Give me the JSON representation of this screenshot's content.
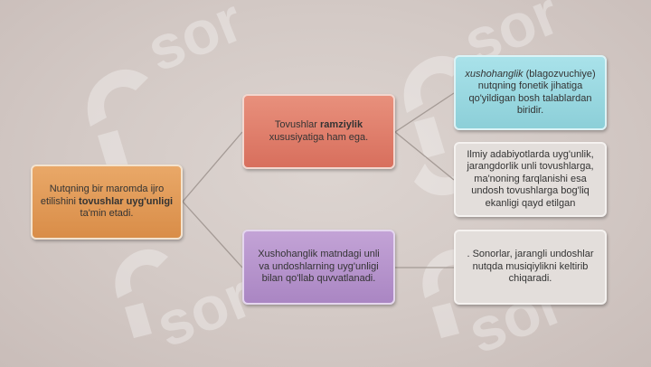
{
  "nodes": {
    "root": {
      "pre": "Nutqning bir maromda ijro etilishini ",
      "bold": "tovushlar uyg'unligi",
      "post": " ta'min etadi."
    },
    "mid1": {
      "pre": "Tovushlar ",
      "bold": "ramziylik",
      "post": " xususiyatiga ham ega."
    },
    "mid2": {
      "text": "Xushohanglik matndagi unli va undoshlarning uyg'unligi bilan  qo'llab quvvatlanadi."
    },
    "leaf1": {
      "italic": "xushohanglik",
      "post": " (blagozvuchiye) nutqning fonetik jihatiga qo'yildigan bosh talablardan biridir."
    },
    "leaf2": {
      "text": "Ilmiy adabiyotlarda uyg'unlik, jarangdorlik unli tovushlarga, ma'noning farqlanishi esa undosh tovushlarga bog'liq ekanligi qayd etilgan"
    },
    "leaf3": {
      "text": ". Sonorlar, jarangli undoshlar nutqda musiqiylikni keltirib chiqaradi."
    }
  },
  "colors": {
    "root": "#e09b58",
    "mid1": "#e0806c",
    "mid2": "#b694cc",
    "leaf1": "#9ad8e1",
    "leaf2": "#e3dedb",
    "leaf3": "#e3dedb",
    "connector": "#a49a95"
  },
  "edges": [
    [
      "root",
      "mid1"
    ],
    [
      "root",
      "mid2"
    ],
    [
      "mid1",
      "leaf1"
    ],
    [
      "mid1",
      "leaf2"
    ],
    [
      "mid2",
      "leaf3"
    ]
  ],
  "watermark": {
    "text": "sor",
    "icon": "sor-logo-icon"
  }
}
